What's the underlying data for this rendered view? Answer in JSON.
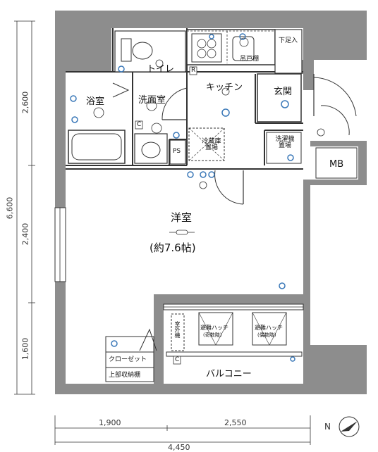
{
  "rooms": {
    "toilet": "トイレ",
    "bath": "浴室",
    "washroom": "洗面室",
    "kitchen": "キッチン",
    "entrance": "玄関",
    "western_room": "洋室",
    "western_room_size": "(約7.6帖)",
    "balcony": "バルコニー",
    "closet": "クローゼット",
    "upper_storage": "上部収納棚",
    "mb": "MB"
  },
  "fixtures": {
    "shoe_box": "下足入",
    "hanging_cupboard": "吊戸棚",
    "fridge_space": "冷蔵庫\n置場",
    "washer_space": "洗濯機\n置場",
    "ps": "PS",
    "c_mark": "C",
    "r_mark": "R",
    "outdoor_unit": "室外機",
    "hatch_left": "避難ハッチ",
    "hatch_left_sub": "(奇数階)",
    "hatch_right": "避難ハッチ",
    "hatch_right_sub": "(偶数階)"
  },
  "dimensions": {
    "total_height": "6,600",
    "h_top": "2,600",
    "h_mid": "2,400",
    "h_bottom": "1,600",
    "w_left": "1,900",
    "w_right": "2,550",
    "total_width": "4,450"
  },
  "compass": {
    "label": "N"
  },
  "colors": {
    "wall": "#8d8d8d",
    "line": "#333333",
    "fixture": "#3a78b8"
  }
}
